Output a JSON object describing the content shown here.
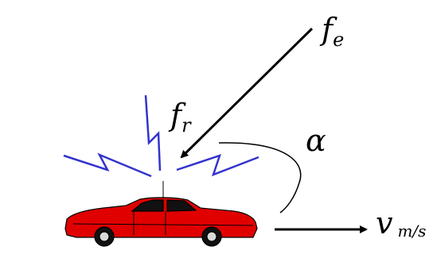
{
  "labels": {
    "fe_main": "f",
    "fe_sub": "e",
    "fr_main": "f",
    "fr_sub": "r",
    "alpha": "α",
    "v_main": "v",
    "v_sub": "m/s"
  },
  "colors": {
    "background": "#ffffff",
    "arrow": "#000000",
    "wave": "#3333cc",
    "car_body": "#e00000",
    "car_outline": "#000000",
    "wheel": "#111111",
    "hubcap": "#d9d9d9"
  }
}
